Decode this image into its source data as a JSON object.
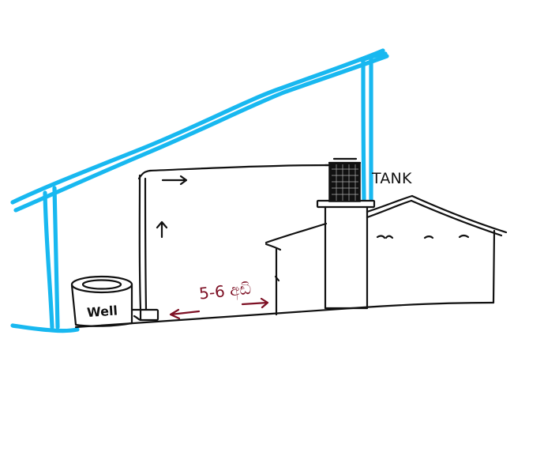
{
  "labels": {
    "tank": "TANK",
    "well": "Well",
    "distance": "5-6 අඩි"
  },
  "colors": {
    "pipe_outline": "#18b8f0",
    "sketch": "#111111",
    "measurement": "#7d1024",
    "background": "#ffffff"
  }
}
